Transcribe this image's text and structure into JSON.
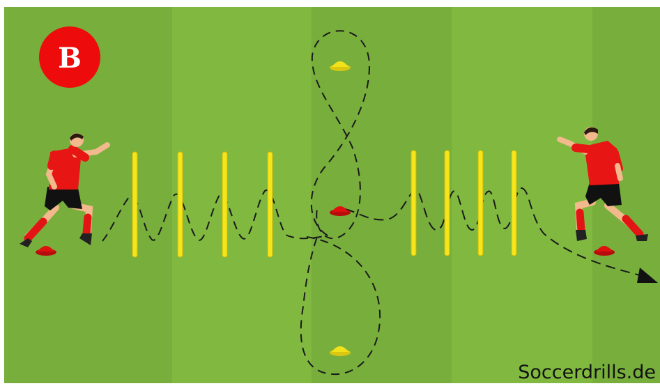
{
  "drill": {
    "variant_label": "B"
  },
  "branding": {
    "watermark": "Soccerdrills.de"
  },
  "colors": {
    "grass_dark": "#77ae3c",
    "grass_light": "#80b840",
    "pole": "#f5e51a",
    "cone_red": "#e0100f",
    "cone_yellow": "#f2e21a",
    "badge": "#ee0b0b",
    "jersey": "#e81515",
    "path": "#1a1a1a"
  },
  "elements": {
    "left_poles": 4,
    "right_poles": 4,
    "red_cones": 3,
    "yellow_cones": 2,
    "players": 2
  }
}
